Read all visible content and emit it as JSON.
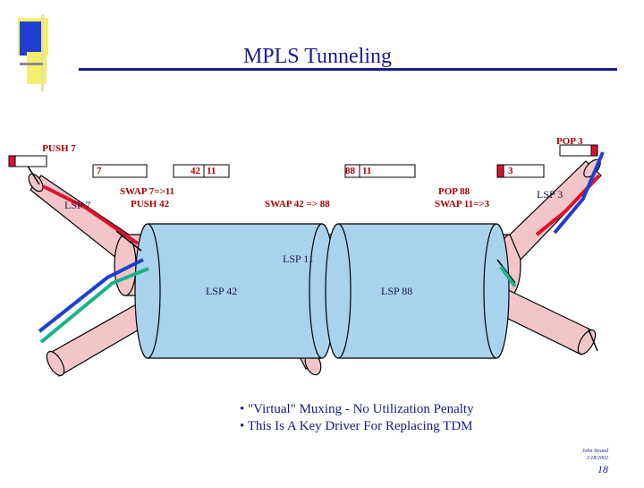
{
  "title": "MPLS Tunneling",
  "labels": {
    "push7": "PUSH 7",
    "pop3": "POP 3",
    "lsp7": "LSP 7",
    "lsp3": "LSP 3",
    "swap7_11": "SWAP 7=>11",
    "push42": "PUSH 42",
    "swap42_88": "SWAP 42 => 88",
    "pop88": "POP 88",
    "swap11_3": "SWAP 11=>3",
    "lsp11": "LSP 11",
    "lsp42": "LSP 42",
    "lsp88": "LSP 88"
  },
  "packets": {
    "p1_label": "7",
    "p2_outer": "42",
    "p2_inner": "11",
    "p3_outer": "88",
    "p3_inner": "11",
    "p4_label": "3"
  },
  "bullets": [
    "\"Virtual\" Muxing - No Utilization Penalty",
    "This Is A Key Driver For Replacing TDM"
  ],
  "footer": {
    "author": "John Strand",
    "date": "3/18/2002",
    "page": "18"
  },
  "colors": {
    "title": "#1a1a8c",
    "pipe": "#f2c6c8",
    "tunnel": "#a9d2ec",
    "label_red": "#b00000",
    "strand_red": "#e0102f",
    "strand_blue": "#1f3fd0",
    "strand_green": "#19b28c",
    "logo_blue": "#1f3fd0",
    "logo_yellow": "#f4ef6a"
  }
}
